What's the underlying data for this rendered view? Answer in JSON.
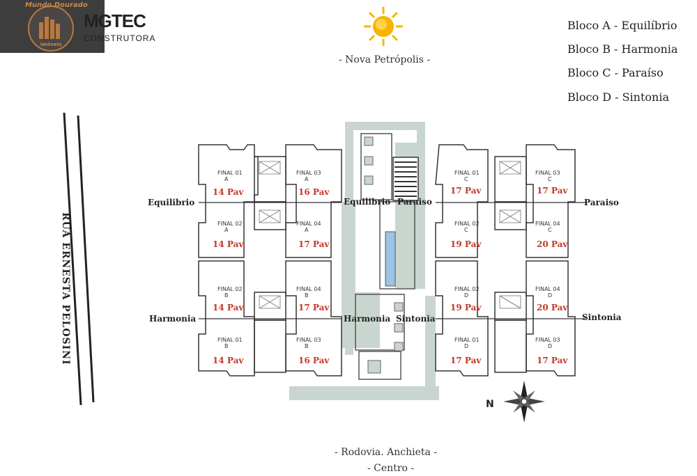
{
  "logo": {
    "brand_top": "Mundo Dourado",
    "brand_bottom": "imóveis",
    "company": "MGTEC",
    "company_sub": "CONSTRUTORA"
  },
  "orientation": {
    "north": "- Nova Petrópolis -",
    "south_road": "- Rodovia. Anchieta -",
    "south_center": "- Centro -",
    "street": "RUA ERNESTA PELOSINI",
    "compass_label": "N"
  },
  "legend": [
    {
      "text": "Bloco A - Equilíbrio"
    },
    {
      "text": "Bloco B - Harmonia"
    },
    {
      "text": "Bloco C - Paraíso"
    },
    {
      "text": "Bloco D - Sintonia"
    }
  ],
  "blocks": {
    "equilibrio_left": "Equilibrio",
    "equilibrio_center": "Equilibrio",
    "paraiso_center": "Paraiso",
    "paraiso_right": "Paraiso",
    "harmonia_left": "Harmonia",
    "harmonia_center": "Harmonia",
    "sintonia_center": "Sintonia",
    "sintonia_right": "Sintonia"
  },
  "units": [
    {
      "final": "FINAL 01",
      "letter": "A",
      "pav": "14 Pav"
    },
    {
      "final": "FINAL 03",
      "letter": "A",
      "pav": "16 Pav"
    },
    {
      "final": "FINAL 02",
      "letter": "A",
      "pav": "14 Pav"
    },
    {
      "final": "FINAL 04",
      "letter": "A",
      "pav": "17 Pav"
    },
    {
      "final": "FINAL 02",
      "letter": "B",
      "pav": "14 Pav"
    },
    {
      "final": "FINAL 04",
      "letter": "B",
      "pav": "17 Pav"
    },
    {
      "final": "FINAL 01",
      "letter": "B",
      "pav": "14 Pav"
    },
    {
      "final": "FINAL 03",
      "letter": "B",
      "pav": "16 Pav"
    },
    {
      "final": "FINAL 01",
      "letter": "C",
      "pav": "17 Pav"
    },
    {
      "final": "FINAL 03",
      "letter": "C",
      "pav": "17 Pav"
    },
    {
      "final": "FINAL 02",
      "letter": "C",
      "pav": "19 Pav"
    },
    {
      "final": "FINAL 04",
      "letter": "C",
      "pav": "20 Pav"
    },
    {
      "final": "FINAL 02",
      "letter": "D",
      "pav": "19 Pav"
    },
    {
      "final": "FINAL 04",
      "letter": "D",
      "pav": "20 Pav"
    },
    {
      "final": "FINAL 01",
      "letter": "D",
      "pav": "17 Pav"
    },
    {
      "final": "FINAL 03",
      "letter": "D",
      "pav": "17 Pav"
    }
  ],
  "colors": {
    "green_area": "#c9d6cf",
    "pav_text": "#c0392b",
    "pool": "#9dc3e6",
    "sun": "#f2b705"
  }
}
